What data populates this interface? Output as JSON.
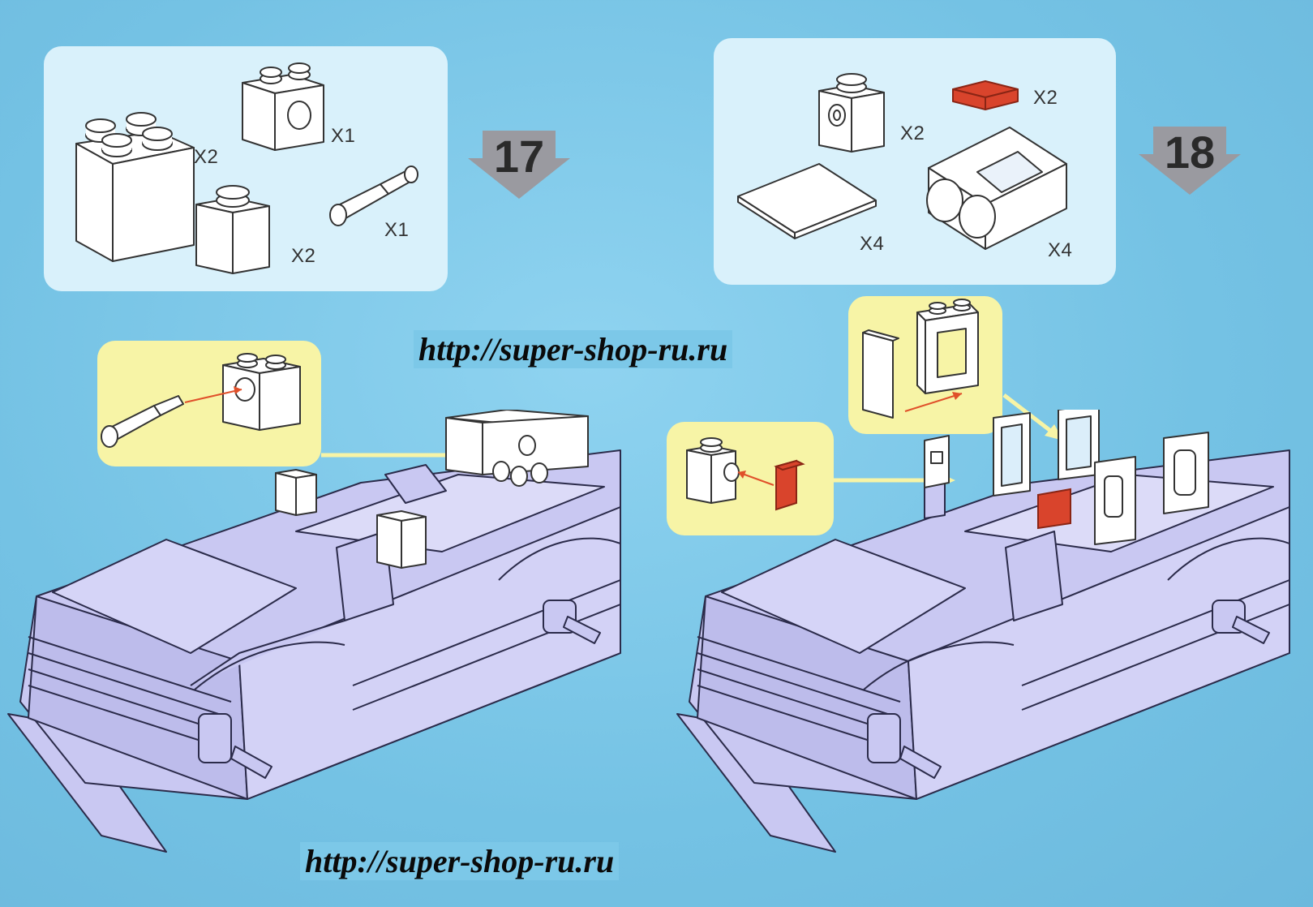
{
  "watermark": {
    "top": "http://super-shop-ru.ru",
    "bottom": "http://super-shop-ru.ru"
  },
  "colors": {
    "background": "#7cc8e8",
    "panel": "#d9f1fb",
    "callout": "#f7f4a6",
    "brick_white": "#ffffff",
    "brick_red": "#d9442c",
    "car_body": "#c9c8f2",
    "arrow_gray": "#9a9aa0"
  },
  "step17": {
    "number": "17",
    "parts": [
      {
        "icon": "brick-2x2-icon",
        "qty": "X2"
      },
      {
        "icon": "technic-brick-1x2-icon",
        "qty": "X1"
      },
      {
        "icon": "brick-1x1-icon",
        "qty": "X2"
      },
      {
        "icon": "technic-pin-icon",
        "qty": "X1"
      }
    ]
  },
  "step18": {
    "number": "18",
    "parts": [
      {
        "icon": "brick-1x1-headlight-icon",
        "qty": "X2"
      },
      {
        "icon": "tile-1x1-red-icon",
        "qty": "X2"
      },
      {
        "icon": "plate-flat-icon",
        "qty": "X4"
      },
      {
        "icon": "window-frame-icon",
        "qty": "X4"
      }
    ]
  }
}
